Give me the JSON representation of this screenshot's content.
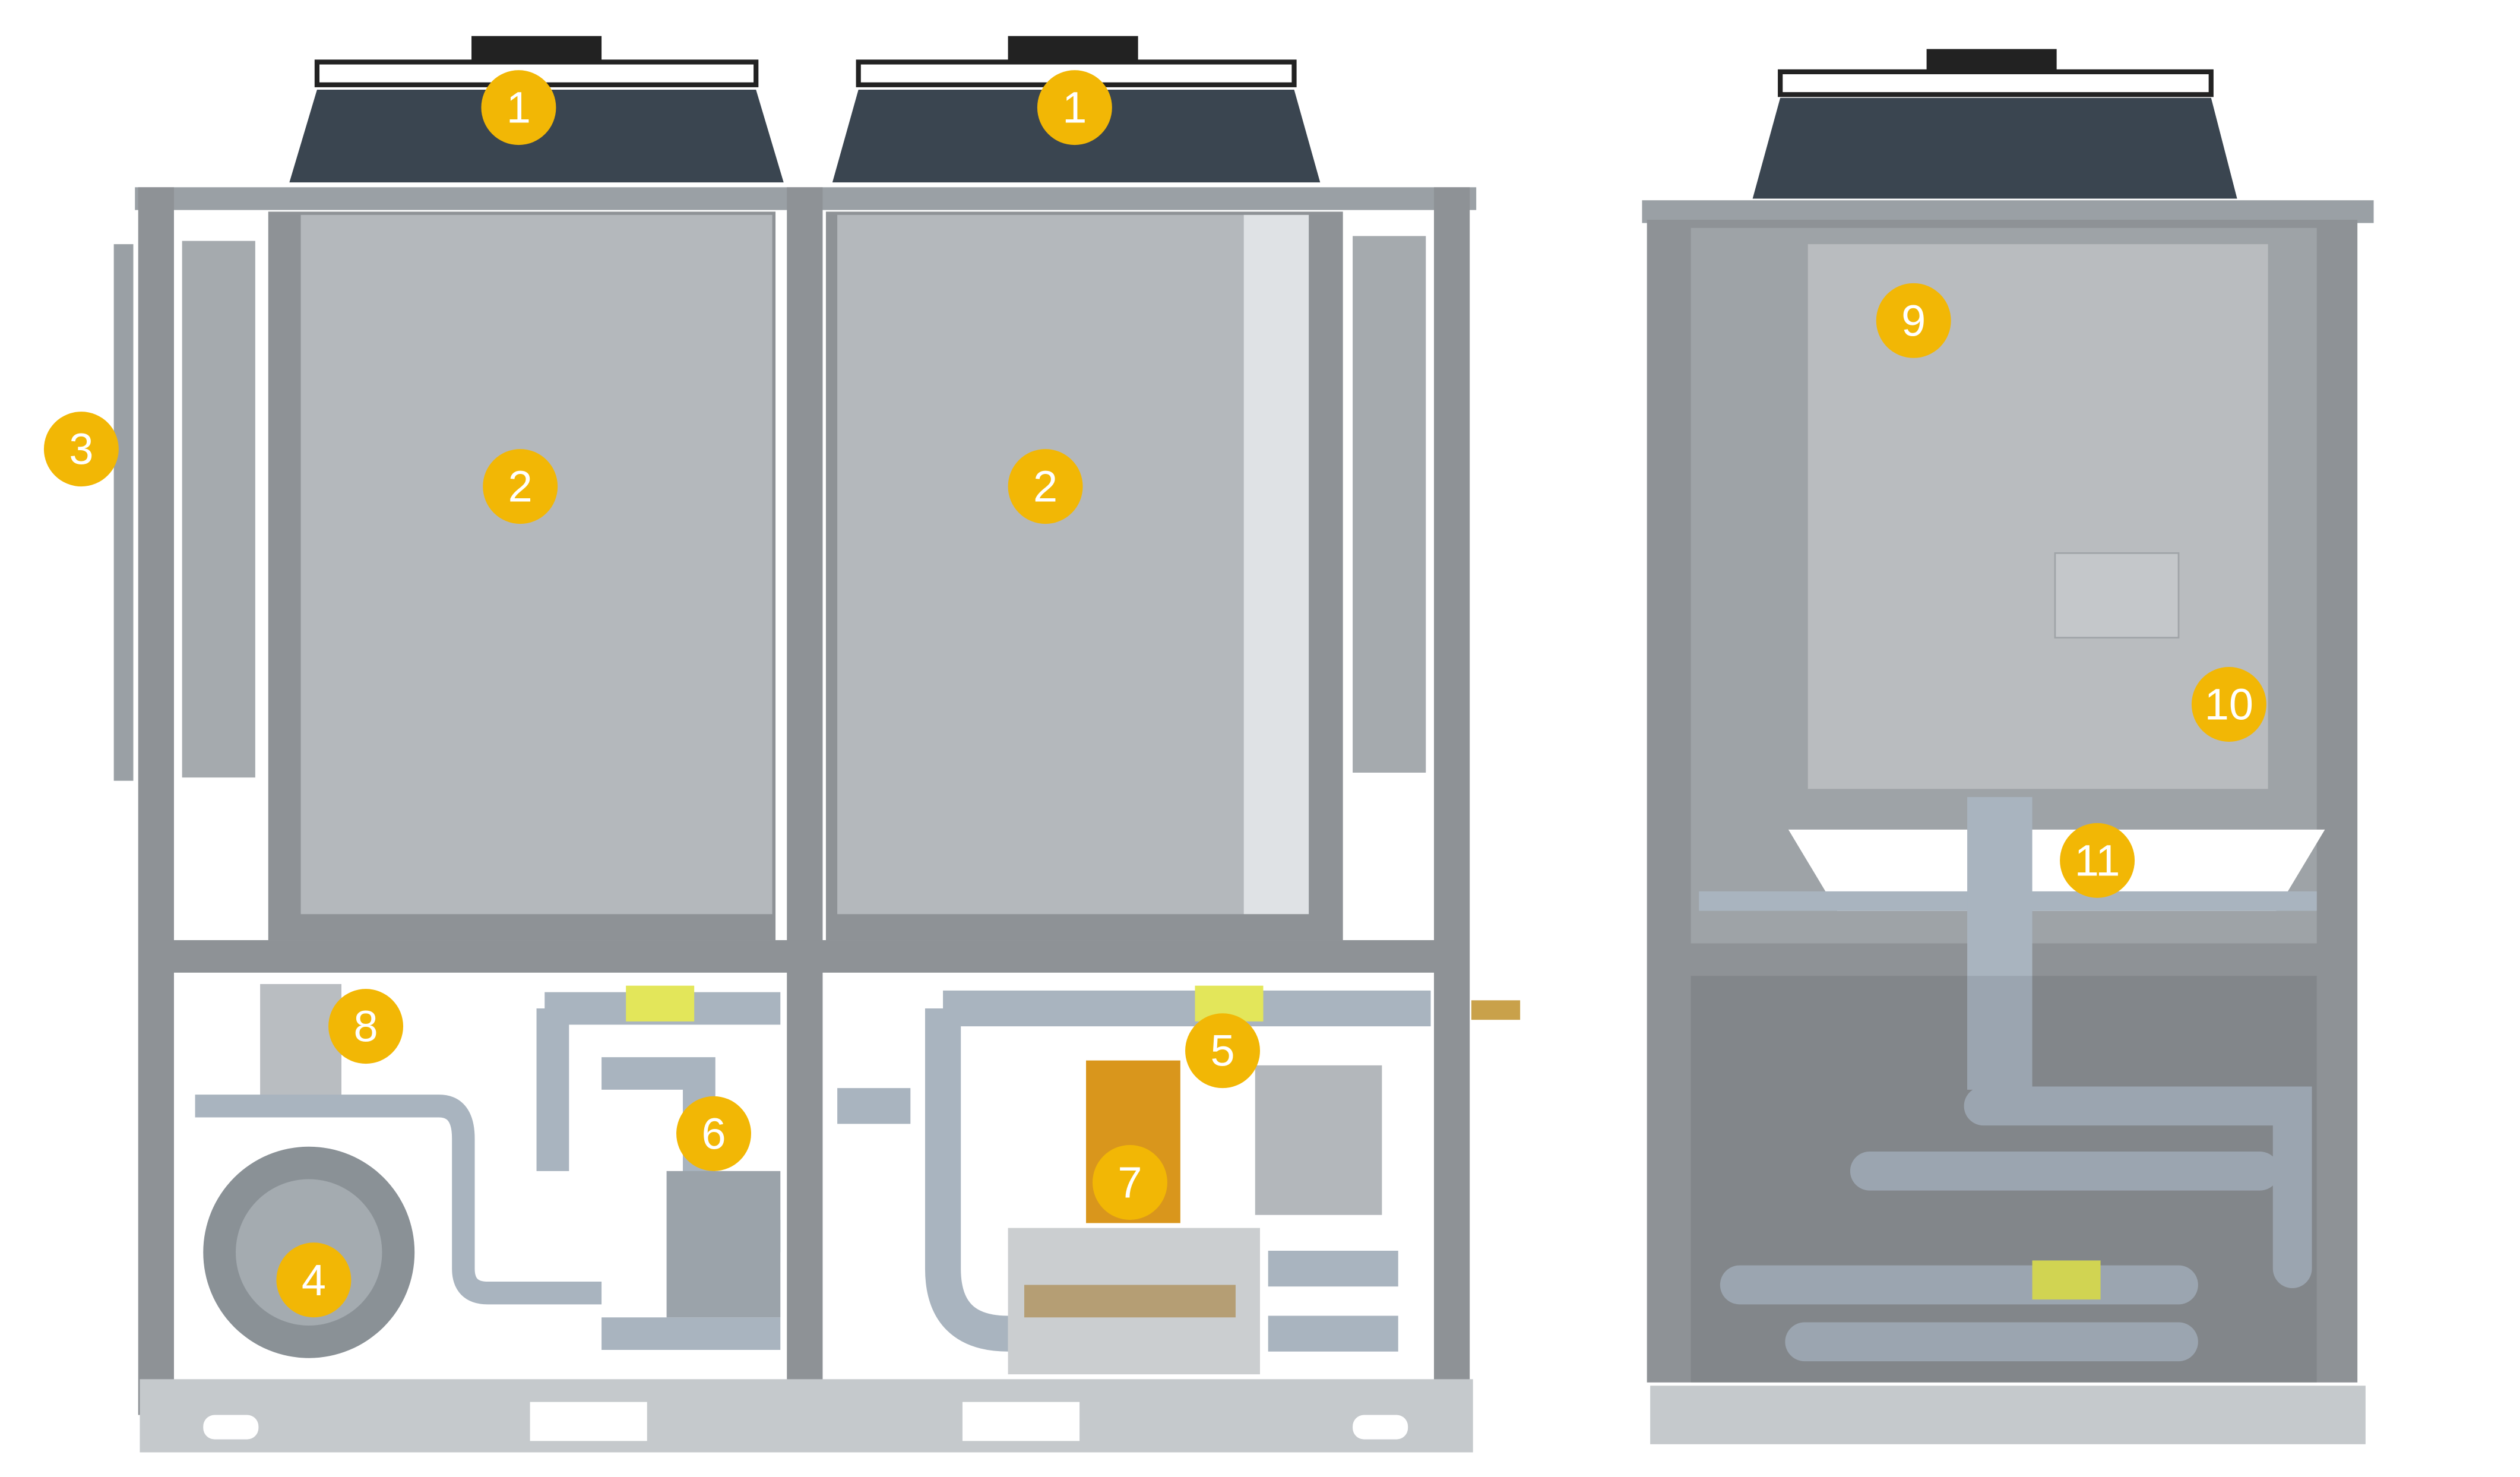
{
  "colors": {
    "callout": "#f2b705",
    "frame": "#8e9296",
    "panel": "#b4b8bc",
    "fan": "#3a4550",
    "pipe": "#a9b4bf",
    "pump": "#d9961c",
    "cabinet": "#b9bcbf",
    "tape": "#e3e65a"
  },
  "callouts": {
    "fan_left": "1",
    "fan_right": "1",
    "coil_left": "2",
    "coil_right": "2",
    "side_panel": "3",
    "compressor": "4",
    "pump_pipe": "5",
    "valve": "6",
    "pump": "7",
    "tank": "8",
    "electrical_cabinet": "9",
    "cabinet_door": "10",
    "header_pipe": "11"
  }
}
